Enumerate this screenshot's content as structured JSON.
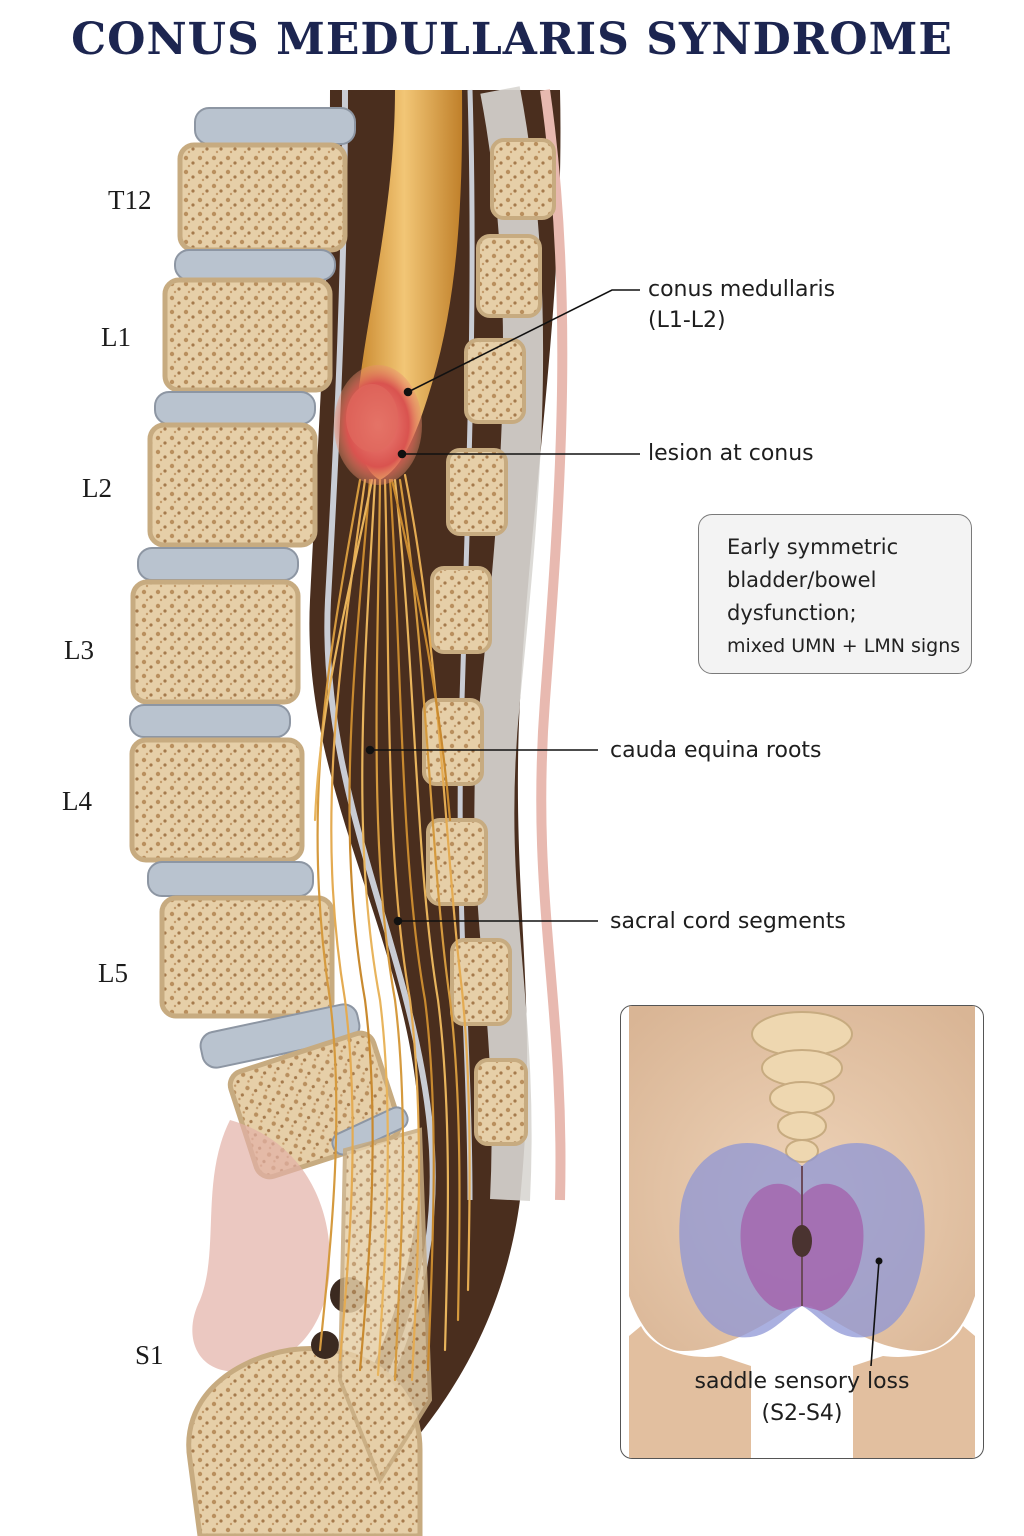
{
  "title": "CONUS MEDULLARIS SYNDROME",
  "vertebra_labels": [
    "T12",
    "L1",
    "L2",
    "L3",
    "L4",
    "L5",
    "S1"
  ],
  "callouts": {
    "conus_line1": "conus medullaris",
    "conus_line2": "(L1-L2)",
    "lesion": "lesion at conus",
    "cauda": "cauda equina roots",
    "sacral": "sacral cord segments"
  },
  "info_box": {
    "line1": "Early symmetric",
    "line2": "bladder/bowel",
    "line3": "dysfunction;",
    "line4": "mixed UMN + LMN signs"
  },
  "inset": {
    "label_line1": "saddle sensory loss",
    "label_line2": "(S2-S4)"
  },
  "colors": {
    "title": "#1c2550",
    "bone": "#e6cfa8",
    "disc": "#b9c3cf",
    "cord": "#e8b45c",
    "lesion": "#d9534f",
    "saddle_outer": "#8e95d6",
    "saddle_inner": "#a45aa8"
  }
}
